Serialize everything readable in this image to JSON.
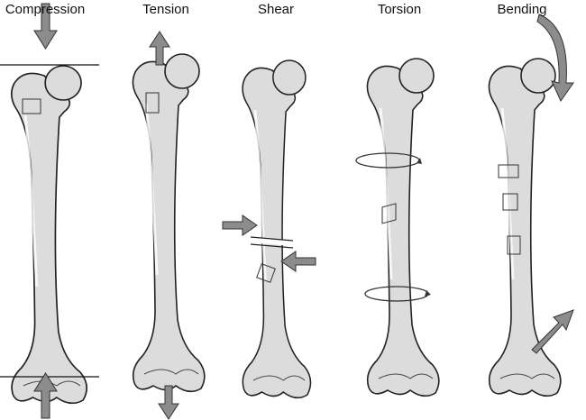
{
  "labels": [
    "Compression",
    "Tension",
    "Shear",
    "Torsion",
    "Bending"
  ],
  "colors": {
    "bone": "#dcdcdc",
    "outline": "#222222",
    "arrow": "#8c8c8c"
  }
}
